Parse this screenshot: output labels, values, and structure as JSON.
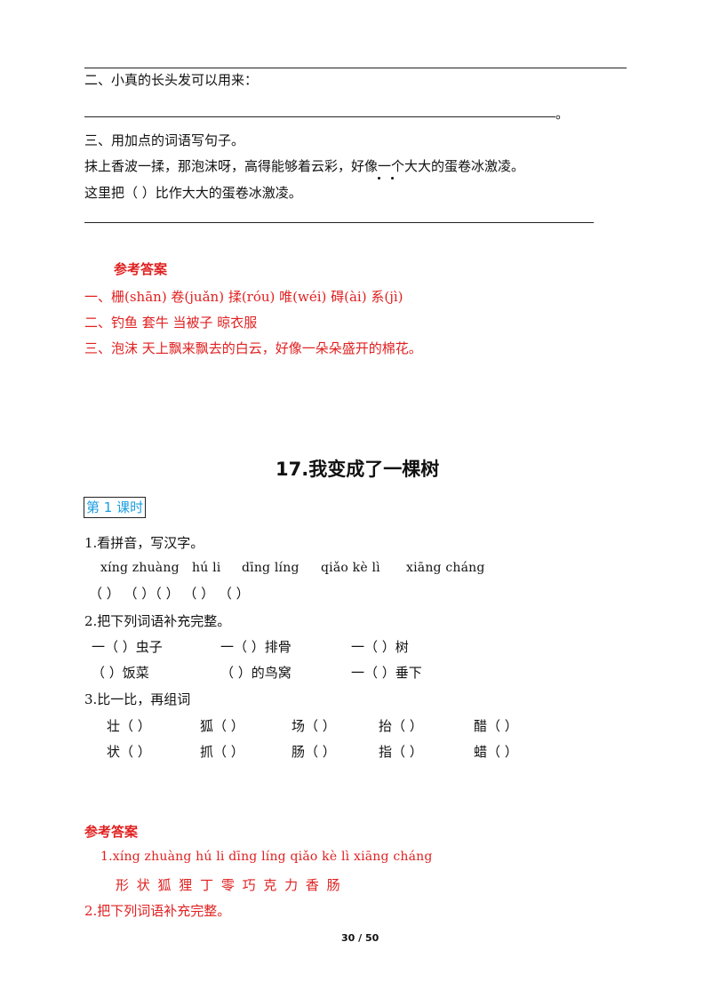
{
  "part_top": {
    "q2_label": "二、小真的长头发可以用来：",
    "q2_period": "。",
    "q3_label": "三、用加点的词语写句子。",
    "q3_sentence": "抹上香波一揉，那泡沫呀，高得能够着云彩，好像一个大大的蛋卷冰激凌。",
    "q3_prompt": "这里把（    ）比作大大的蛋卷冰激凌。"
  },
  "answers_top": {
    "heading": "参考答案",
    "a1": "一、栅(shān) 卷(juǎn) 揉(róu) 唯(wéi) 碍(ài) 系(jì)",
    "a2": "二、钓鱼 套牛 当被子 晾衣服",
    "a3": "三、泡沫    天上飘来飘去的白云，好像一朵朵盛开的棉花。"
  },
  "lesson": {
    "title": "17.我变成了一棵树",
    "period_tag": "第 1 课时",
    "q1_label": "1.看拼音，写汉字。",
    "q1_pinyin": [
      "xíng zhuàng",
      "hú li",
      "dīng líng",
      "qiǎo kè lì",
      "xiāng cháng"
    ],
    "q1_blanks": "（          ）  （          ）（       ）  （          ）  （          ）",
    "q2_label": "2.把下列词语补充完整。",
    "q2_row1": [
      "一（    ）虫子",
      "一（    ）排骨",
      "一（    ）树"
    ],
    "q2_row2": [
      "（      ）饭菜",
      "（    ）的鸟窝",
      "一（    ）垂下"
    ],
    "q3_label": "3.比一比，再组词",
    "q3_row1": [
      "壮（      ）",
      "狐（      ）",
      "场（    ）",
      "抬（      ）",
      "醋（     ）"
    ],
    "q3_row2": [
      "状（      ）",
      "抓（      ）",
      "肠（    ）",
      "指（      ）",
      "蜡（     ）"
    ]
  },
  "answers_bottom": {
    "heading": "参考答案",
    "a1_pinyin": "1.xíng zhuàng hú li dīng líng qiǎo kè lì xiāng cháng",
    "a1_chars": "形  状      狐 狸 丁    零    巧    克 力 香     肠",
    "a2_label": "2.把下列词语补充完整。"
  },
  "footer": {
    "page": "30 / 50"
  }
}
